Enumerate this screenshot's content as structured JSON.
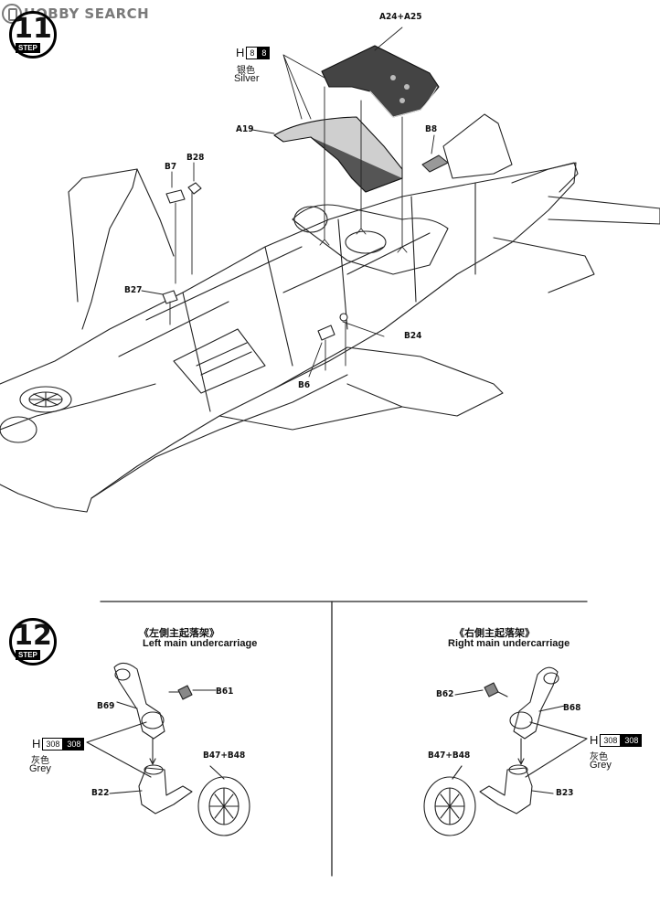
{
  "watermark": "HOBBY SEARCH",
  "step11": {
    "number": "11",
    "step_label": "STEP",
    "paint": {
      "code": "H",
      "light": "8",
      "dark": "8",
      "name_cn": "银色",
      "name_en": "Silver"
    },
    "parts": {
      "a24_a25": "A24+A25",
      "a19": "A19",
      "b8": "B8",
      "b7": "B7",
      "b28": "B28",
      "b27": "B27",
      "b24": "B24",
      "b6": "B6"
    }
  },
  "step12": {
    "number": "12",
    "step_label": "STEP",
    "left": {
      "title_cn": "《左側主起落架》",
      "title_en": "Left main undercarriage",
      "parts": {
        "b61": "B61",
        "b69": "B69",
        "b22": "B22",
        "b47_b48": "B47+B48"
      },
      "paint": {
        "code": "H",
        "light": "308",
        "dark": "308",
        "name_cn": "灰色",
        "name_en": "Grey"
      }
    },
    "right": {
      "title_cn": "《右側主起落架》",
      "title_en": "Right main undercarriage",
      "parts": {
        "b62": "B62",
        "b68": "B68",
        "b23": "B23",
        "b47_b48": "B47+B48"
      },
      "paint": {
        "code": "H",
        "light": "308",
        "dark": "308",
        "name_cn": "灰色",
        "name_en": "Grey"
      }
    }
  }
}
